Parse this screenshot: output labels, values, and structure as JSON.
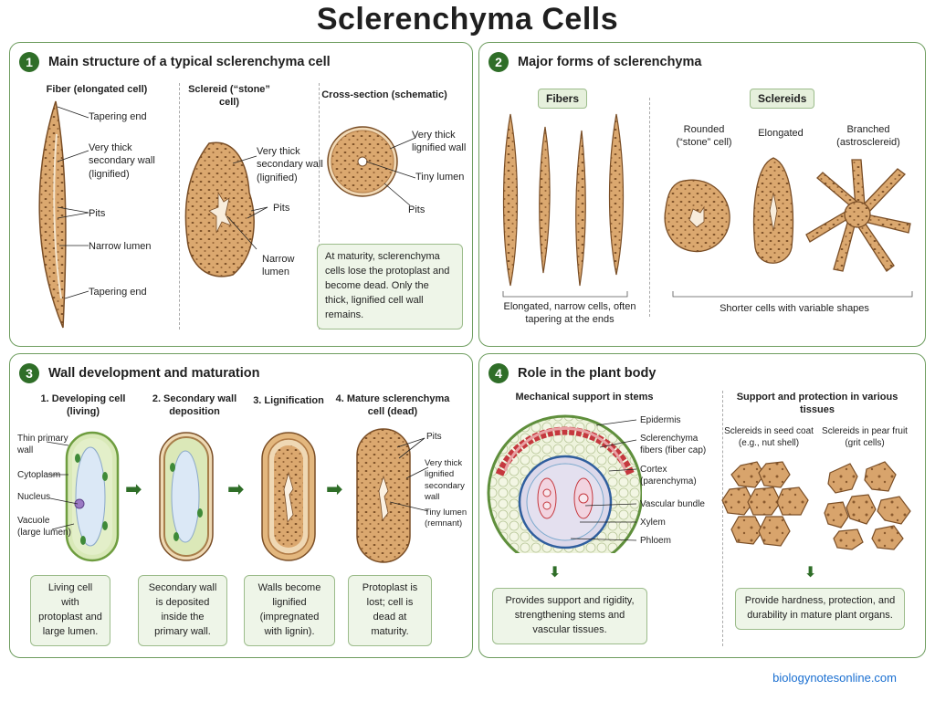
{
  "title": "Sclerenchyma Cells",
  "panel1": {
    "number": "1",
    "heading": "Main structure of a typical sclerenchyma cell",
    "fiber_title": "Fiber (elongated cell)",
    "fiber_labels": [
      "Tapering end",
      "Very thick secondary wall (lignified)",
      "Pits",
      "Narrow lumen",
      "Tapering end"
    ],
    "sclereid_title": "Sclereid (“stone” cell)",
    "sclereid_labels": [
      "Very thick secondary wall (lignified)",
      "Pits",
      "Narrow lumen"
    ],
    "cross_title": "Cross-section (schematic)",
    "cross_labels": [
      "Very thick lignified wall",
      "Tiny lumen",
      "Pits"
    ],
    "note": "At maturity, sclerenchyma cells lose the protoplast and become dead. Only the thick, lignified cell wall remains."
  },
  "panel2": {
    "number": "2",
    "heading": "Major forms of sclerenchyma",
    "fibers_tag": "Fibers",
    "sclereids_tag": "Sclereids",
    "sclereid_types": [
      "Rounded (“stone” cell)",
      "Elongated",
      "Branched (astrosclereid)"
    ],
    "fibers_caption": "Elongated, narrow cells, often tapering at the ends",
    "sclereids_caption": "Shorter cells with variable shapes"
  },
  "panel3": {
    "number": "3",
    "heading": "Wall development and maturation",
    "steps": [
      {
        "title": "1. Developing cell (living)",
        "caption": "Living cell with protoplast and large lumen."
      },
      {
        "title": "2. Secondary wall deposition",
        "caption": "Secondary wall is deposited inside the primary wall."
      },
      {
        "title": "3. Lignification",
        "caption": "Walls become lignified (impregnated with lignin)."
      },
      {
        "title": "4. Mature sclerenchyma cell (dead)",
        "caption": "Protoplast is lost; cell is dead at maturity."
      }
    ],
    "left_labels": [
      "Thin primary wall",
      "Cytoplasm",
      "Nucleus",
      "Vacuole (large lumen)"
    ],
    "right_labels": [
      "Pits",
      "Very thick lignified secondary wall",
      "Tiny lumen (remnant)"
    ]
  },
  "panel4": {
    "number": "4",
    "heading": "Role in the plant body",
    "stem_title": "Mechanical support in stems",
    "stem_labels": [
      "Epidermis",
      "Sclerenchyma fibers (fiber cap)",
      "Cortex (parenchyma)",
      "Vascular bundle",
      "Xylem",
      "Phloem"
    ],
    "tissue_title": "Support and protection in various tissues",
    "seed_label": "Sclereids in seed coat (e.g., nut shell)",
    "pear_label": "Sclereids in pear fruit (grit cells)",
    "stem_caption": "Provides support and rigidity, strengthening stems and vascular tissues.",
    "tissue_caption": "Provide hardness, protection, and durability in mature plant organs."
  },
  "footer": "biologynotesonline.com",
  "colors": {
    "panel_border": "#6e9d5f",
    "number_badge": "#2f6e28",
    "cell_wall": "#d9a66e",
    "cell_outline": "#7a4e26",
    "footer_link": "#1a6fd1"
  }
}
